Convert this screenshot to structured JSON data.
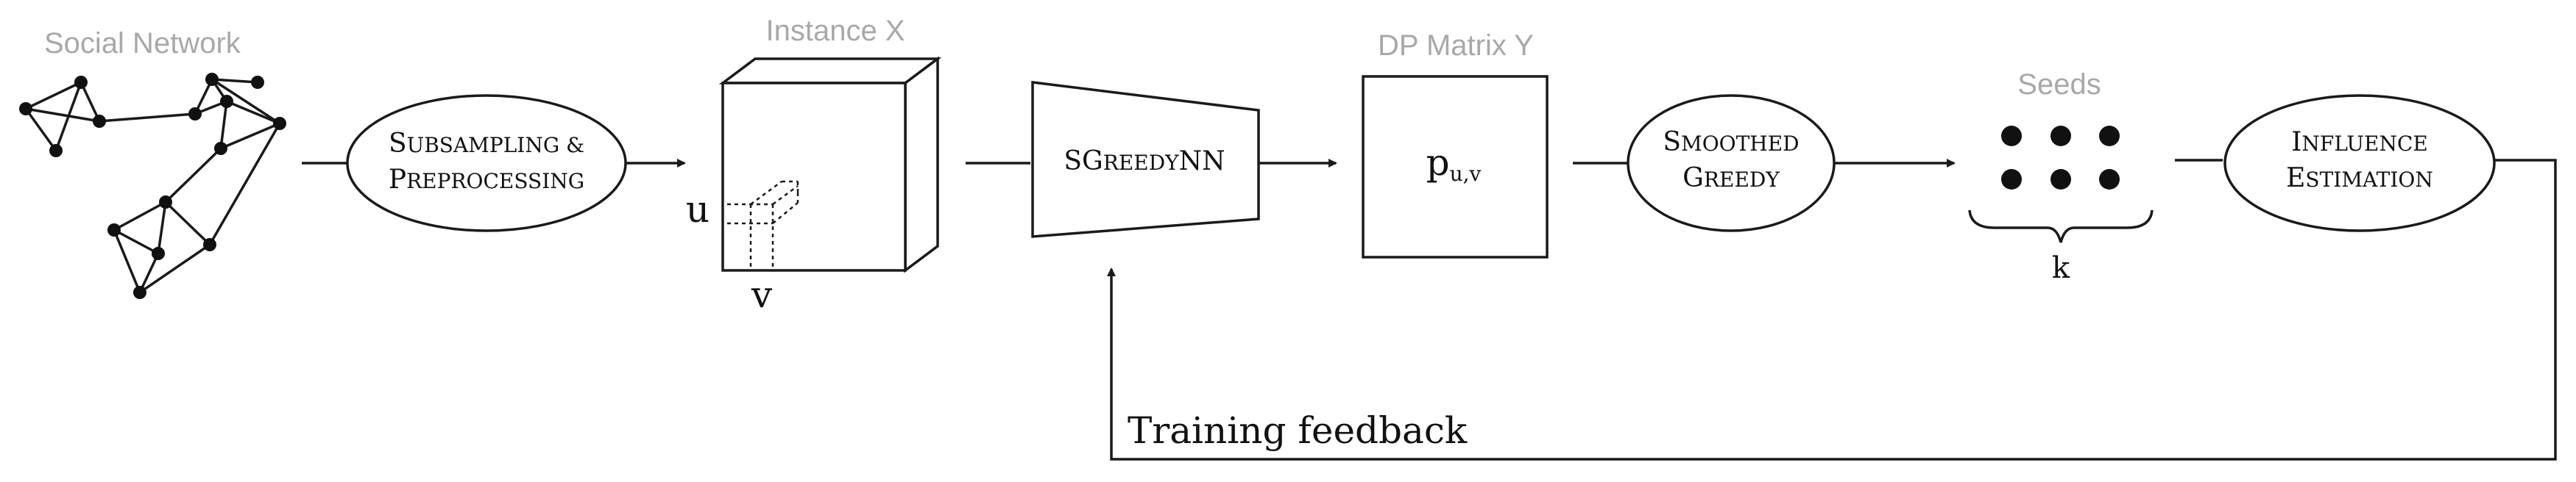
{
  "labels": {
    "social_network": "Social Network",
    "instance": "Instance X",
    "dp_matrix": "DP Matrix Y",
    "seeds": "Seeds"
  },
  "nodes": {
    "subsampling": {
      "line1": [
        {
          "first": "S",
          "rest": "UBSAMPLING &"
        }
      ],
      "line2": [
        {
          "first": "P",
          "rest": "REPROCESSING"
        }
      ]
    },
    "sgreedynn": {
      "first": "SG",
      "rest": "REEDY",
      "tail": "NN"
    },
    "matrix_cell": {
      "main": "p",
      "sub": "u,v"
    },
    "smoothed_greedy": {
      "line1": {
        "first": "S",
        "rest": "MOOTHED"
      },
      "line2": {
        "first": "G",
        "rest": "REEDY"
      }
    },
    "influence_estimation": {
      "line1": {
        "first": "I",
        "rest": "NFLUENCE"
      },
      "line2": {
        "first": "E",
        "rest": "STIMATION"
      }
    }
  },
  "cube": {
    "axis_u": "u",
    "axis_v": "v"
  },
  "seeds": {
    "brace_label": "k",
    "count": 6
  },
  "feedback": {
    "label": "Training feedback"
  },
  "colors": {
    "label_gray": "#a8a8a8",
    "ink": "#1a1a1a",
    "background": "#ffffff"
  }
}
